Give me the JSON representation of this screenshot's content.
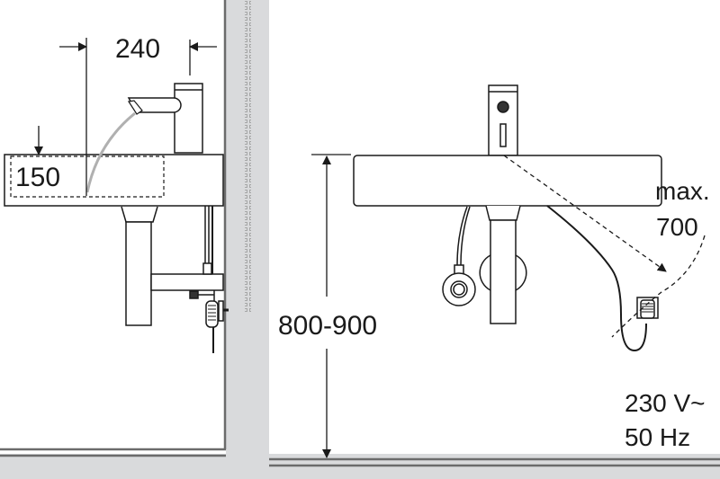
{
  "diagram": {
    "type": "installation-drawing",
    "subject": "Wall-mounted washbasin with sensor faucet",
    "views": [
      {
        "id": "side-view",
        "position": "left"
      },
      {
        "id": "front-view",
        "position": "right"
      }
    ]
  },
  "side_view": {
    "dimensions": {
      "spout_reach": "240",
      "basin_depth": "150"
    }
  },
  "front_view": {
    "dimensions": {
      "mounting_height": "800-900",
      "cable_reach_line1": "max.",
      "cable_reach_line2": "700"
    },
    "power_supply": {
      "voltage": "230 V~",
      "frequency": "50 Hz"
    }
  },
  "colors": {
    "background": "#ffffff",
    "wall_fill": "#d9dadc",
    "wall_edge": "#6b6b6b",
    "line": "#1a1a1a",
    "water_stream": "#b0b0b0",
    "tile_dots": "#9a9a9a"
  }
}
